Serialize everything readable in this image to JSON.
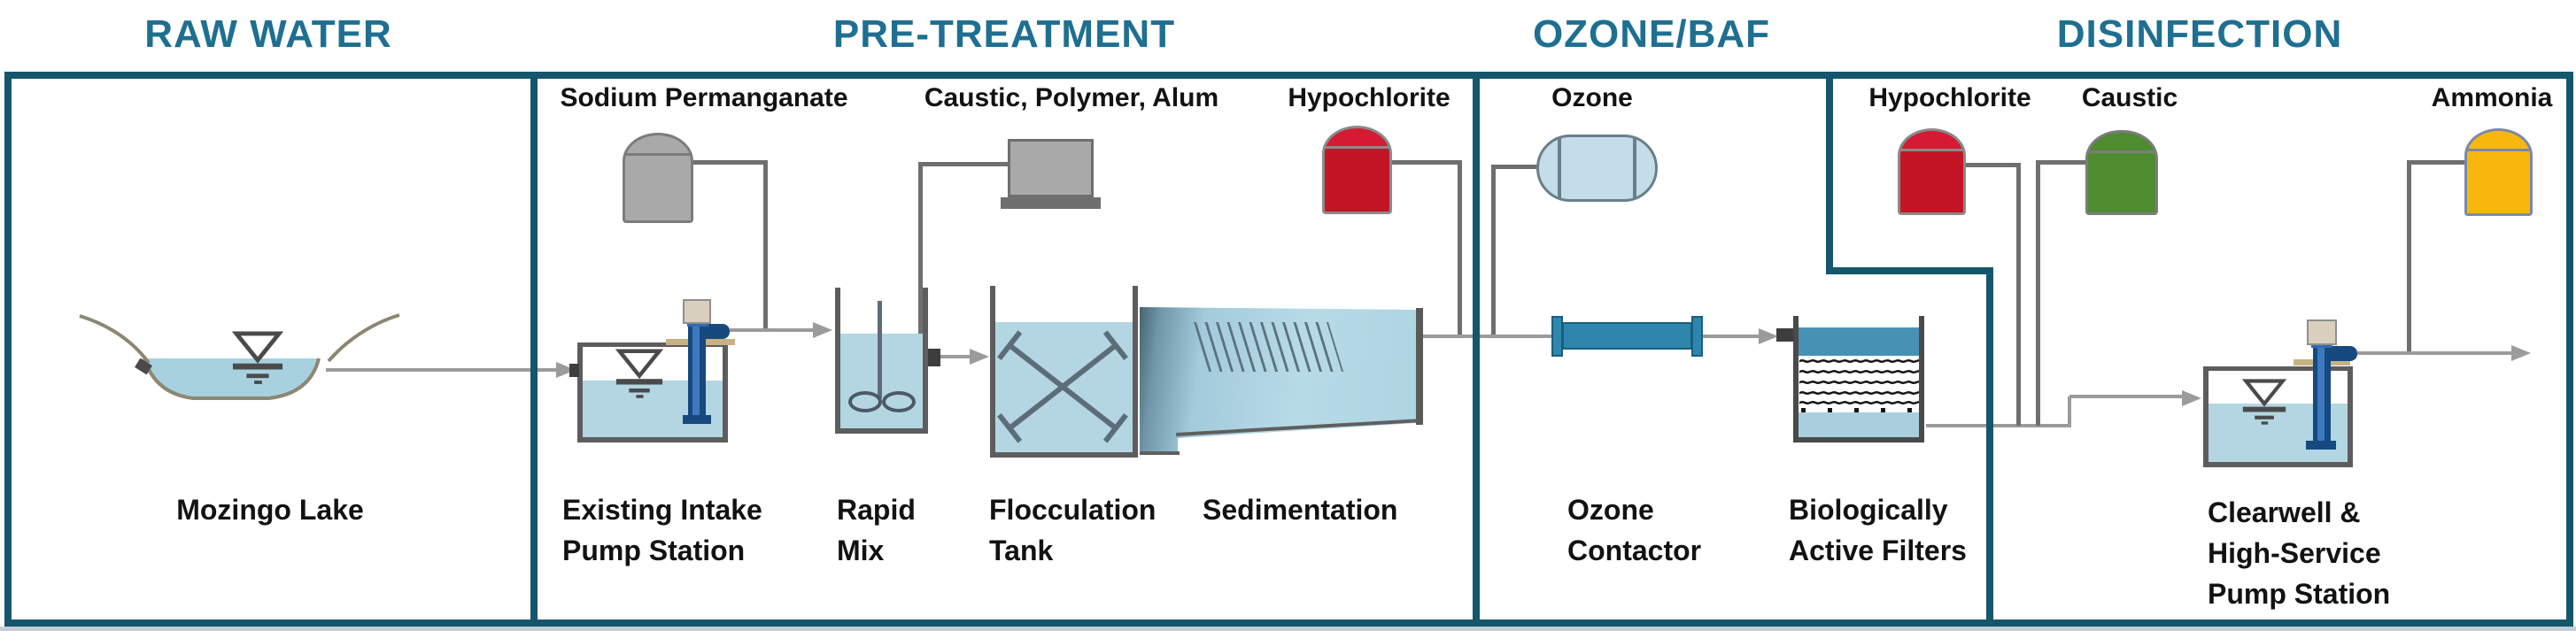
{
  "title": "Water treatment process flow diagram",
  "sections": {
    "raw_water": {
      "title": "RAW WATER"
    },
    "pre_treatment": {
      "title": "PRE-TREATMENT"
    },
    "ozone_baf": {
      "title": "OZONE/BAF"
    },
    "disinfection": {
      "title": "DISINFECTION"
    }
  },
  "chemicals": {
    "sodium_permanganate": {
      "label": "Sodium Permanganate",
      "color": "#a9a9a9"
    },
    "caustic_polymer_alum": {
      "label": "Caustic, Polymer, Alum",
      "color": "#a9a9a9"
    },
    "hypochlorite_pre": {
      "label": "Hypochlorite",
      "color": "#c41527"
    },
    "ozone": {
      "label": "Ozone",
      "color": "#c3dde9"
    },
    "hypochlorite_dis": {
      "label": "Hypochlorite",
      "color": "#c41527"
    },
    "caustic_dis": {
      "label": "Caustic",
      "color": "#4f8c30"
    },
    "ammonia": {
      "label": "Ammonia",
      "color": "#f7b70d"
    }
  },
  "units": {
    "mozingo_lake": {
      "l1": "Mozingo Lake"
    },
    "intake": {
      "l1": "Existing Intake",
      "l2": "Pump Station"
    },
    "rapid_mix": {
      "l1": "Rapid",
      "l2": "Mix"
    },
    "flocculation": {
      "l1": "Flocculation",
      "l2": "Tank"
    },
    "sedimentation": {
      "l1": "Sedimentation"
    },
    "ozone_contactor": {
      "l1": "Ozone",
      "l2": "Contactor"
    },
    "baf": {
      "l1": "Biologically",
      "l2": "Active Filters",
      "texture_row": "~~~~~~~~~~~~"
    },
    "clearwell": {
      "l1": "Clearwell &",
      "l2": "High-Service",
      "l3": "Pump Station"
    }
  },
  "palette": {
    "header_teal": "#1e6f91",
    "border_teal": "#16566c",
    "water_blue": "#b3d6e2",
    "steel_blue": "#4792b4",
    "pump_blue": "#16497f",
    "hypochlorite_red": "#c41527",
    "caustic_green": "#4f8c30",
    "ammonia_yellow": "#f7b70d",
    "tank_gray": "#a9a9a9",
    "feed_pipe_gray": "#6f6f6f",
    "process_line_gray": "#9b9b9b"
  }
}
